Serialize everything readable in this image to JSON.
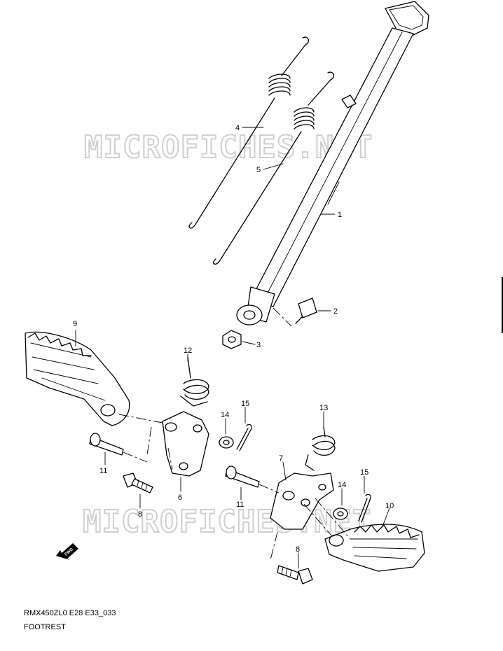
{
  "watermark": {
    "upper": "MICROFICHES.NET",
    "lower": "MICROFICHES.NET"
  },
  "callouts": {
    "c1": "1",
    "c2": "2",
    "c3": "3",
    "c4": "4",
    "c5": "5",
    "c6": "6",
    "c7": "7",
    "c8a": "8",
    "c8b": "8",
    "c9": "9",
    "c10": "10",
    "c11a": "11",
    "c11b": "11",
    "c12": "12",
    "c13": "13",
    "c14a": "14",
    "c14b": "14",
    "c15a": "15",
    "c15b": "15"
  },
  "fwd_label": "FWD",
  "footer": {
    "code": "RMX450ZL0 E28 E33_033",
    "title": "FOOTREST"
  }
}
